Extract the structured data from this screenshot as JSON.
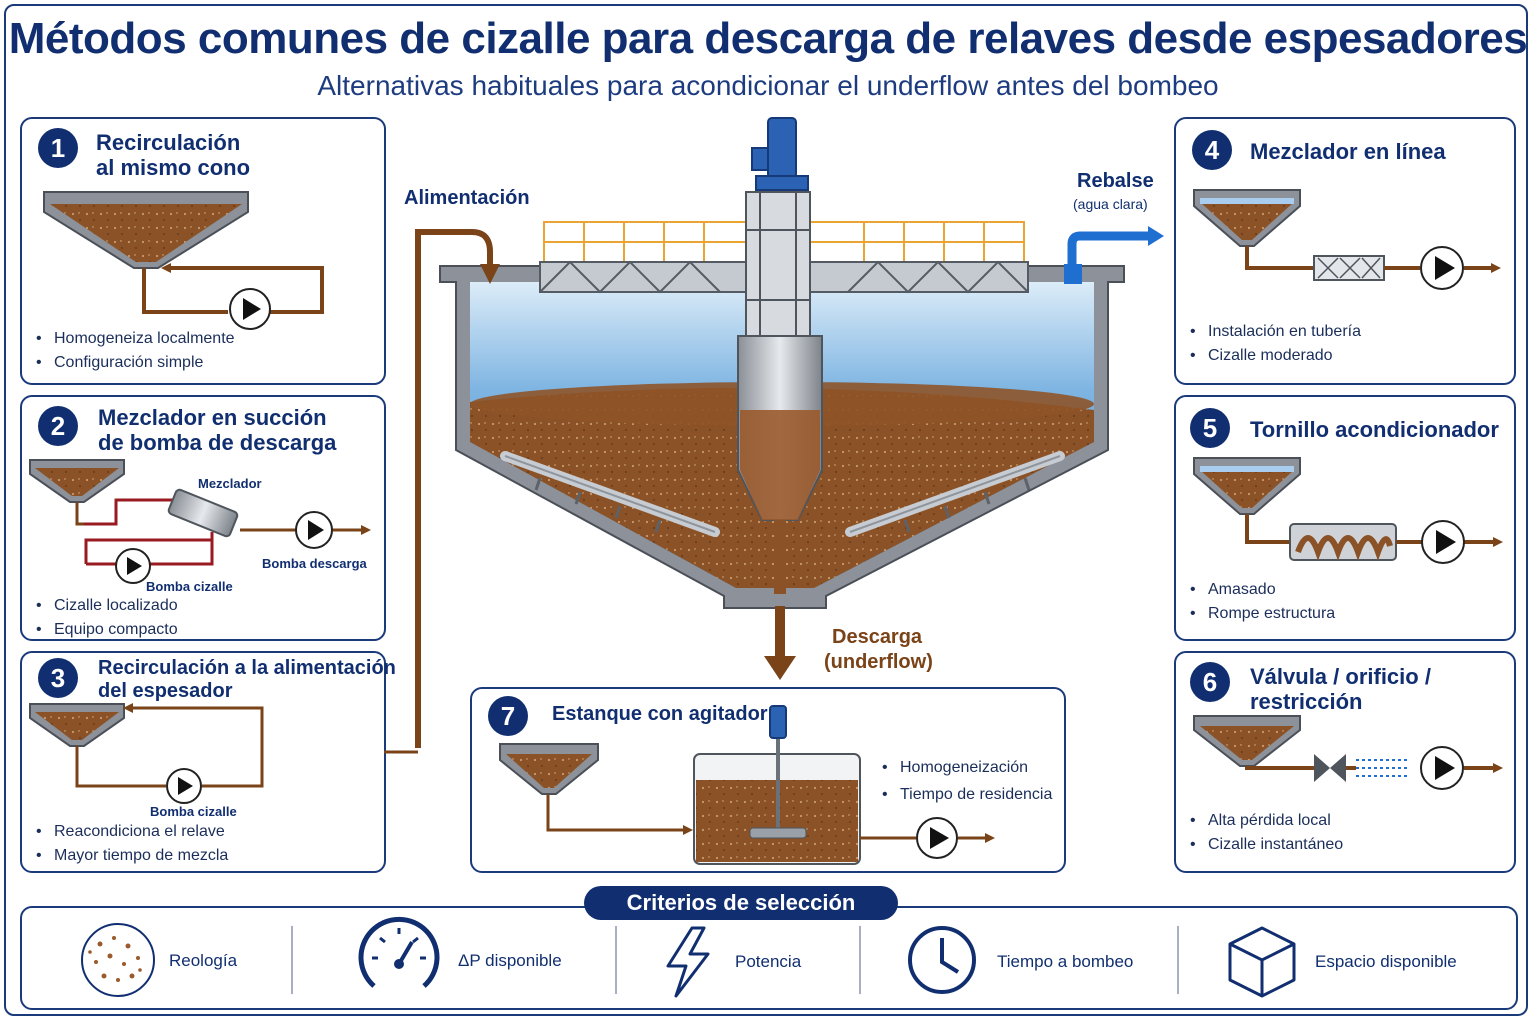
{
  "header": {
    "title": "Métodos comunes de cizalle para descarga de relaves desde espesadores",
    "subtitle": "Alternativas habituales para acondicionar el underflow antes del bombeo"
  },
  "colors": {
    "navy": "#112f70",
    "pulp": "#8a5226",
    "pipe": "#7a4318",
    "water": "#5d9fd8",
    "overflow": "#1f6fd1"
  },
  "panels": {
    "p1": {
      "number": "1",
      "title_line1": "Recirculación",
      "title_line2": "al mismo cono",
      "bullets": [
        "Homogeneiza localmente",
        "Configuración simple"
      ]
    },
    "p2": {
      "number": "2",
      "title_line1": "Mezclador en succión",
      "title_line2": "de bomba de descarga",
      "mixer_label": "Mezclador",
      "pump_label": "Bomba descarga",
      "shear_pump_label": "Bomba cizalle",
      "bullets": [
        "Cizalle localizado",
        "Equipo compacto"
      ]
    },
    "p3": {
      "number": "3",
      "title_line1": "Recirculación a la alimentación",
      "title_line2": "del espesador",
      "shear_pump_label": "Bomba cizalle",
      "bullets": [
        "Reacondiciona el relave",
        "Mayor tiempo de mezcla"
      ]
    },
    "p4": {
      "number": "4",
      "title_line1": "Mezclador en línea",
      "bullets": [
        "Instalación en tubería",
        "Cizalle moderado"
      ]
    },
    "p5": {
      "number": "5",
      "title_line1": "Tornillo acondicionador",
      "bullets": [
        "Amasado",
        "Rompe estructura"
      ]
    },
    "p6": {
      "number": "6",
      "title_line1": "Válvula / orificio /",
      "title_line2": "restricción",
      "bullets": [
        "Alta pérdida local",
        "Cizalle instantáneo"
      ]
    },
    "p7": {
      "number": "7",
      "title_line1": "Estanque con agitador",
      "bullets": [
        "Homogeneización",
        "Tiempo de residencia"
      ]
    }
  },
  "thickener": {
    "feed_label": "Alimentación",
    "overflow_label": "Rebalse",
    "overflow_sub": "(agua clara)",
    "discharge_label": "Descarga",
    "discharge_sub": "(underflow)"
  },
  "criteria": {
    "title": "Criterios de selección",
    "items": [
      {
        "label": "Reología",
        "icon": "particles-icon"
      },
      {
        "label": "ΔP disponible",
        "icon": "gauge-icon"
      },
      {
        "label": "Potencia",
        "icon": "lightning-icon"
      },
      {
        "label": "Tiempo a bombeo",
        "icon": "clock-icon"
      },
      {
        "label": "Espacio disponible",
        "icon": "cube-icon"
      }
    ]
  }
}
